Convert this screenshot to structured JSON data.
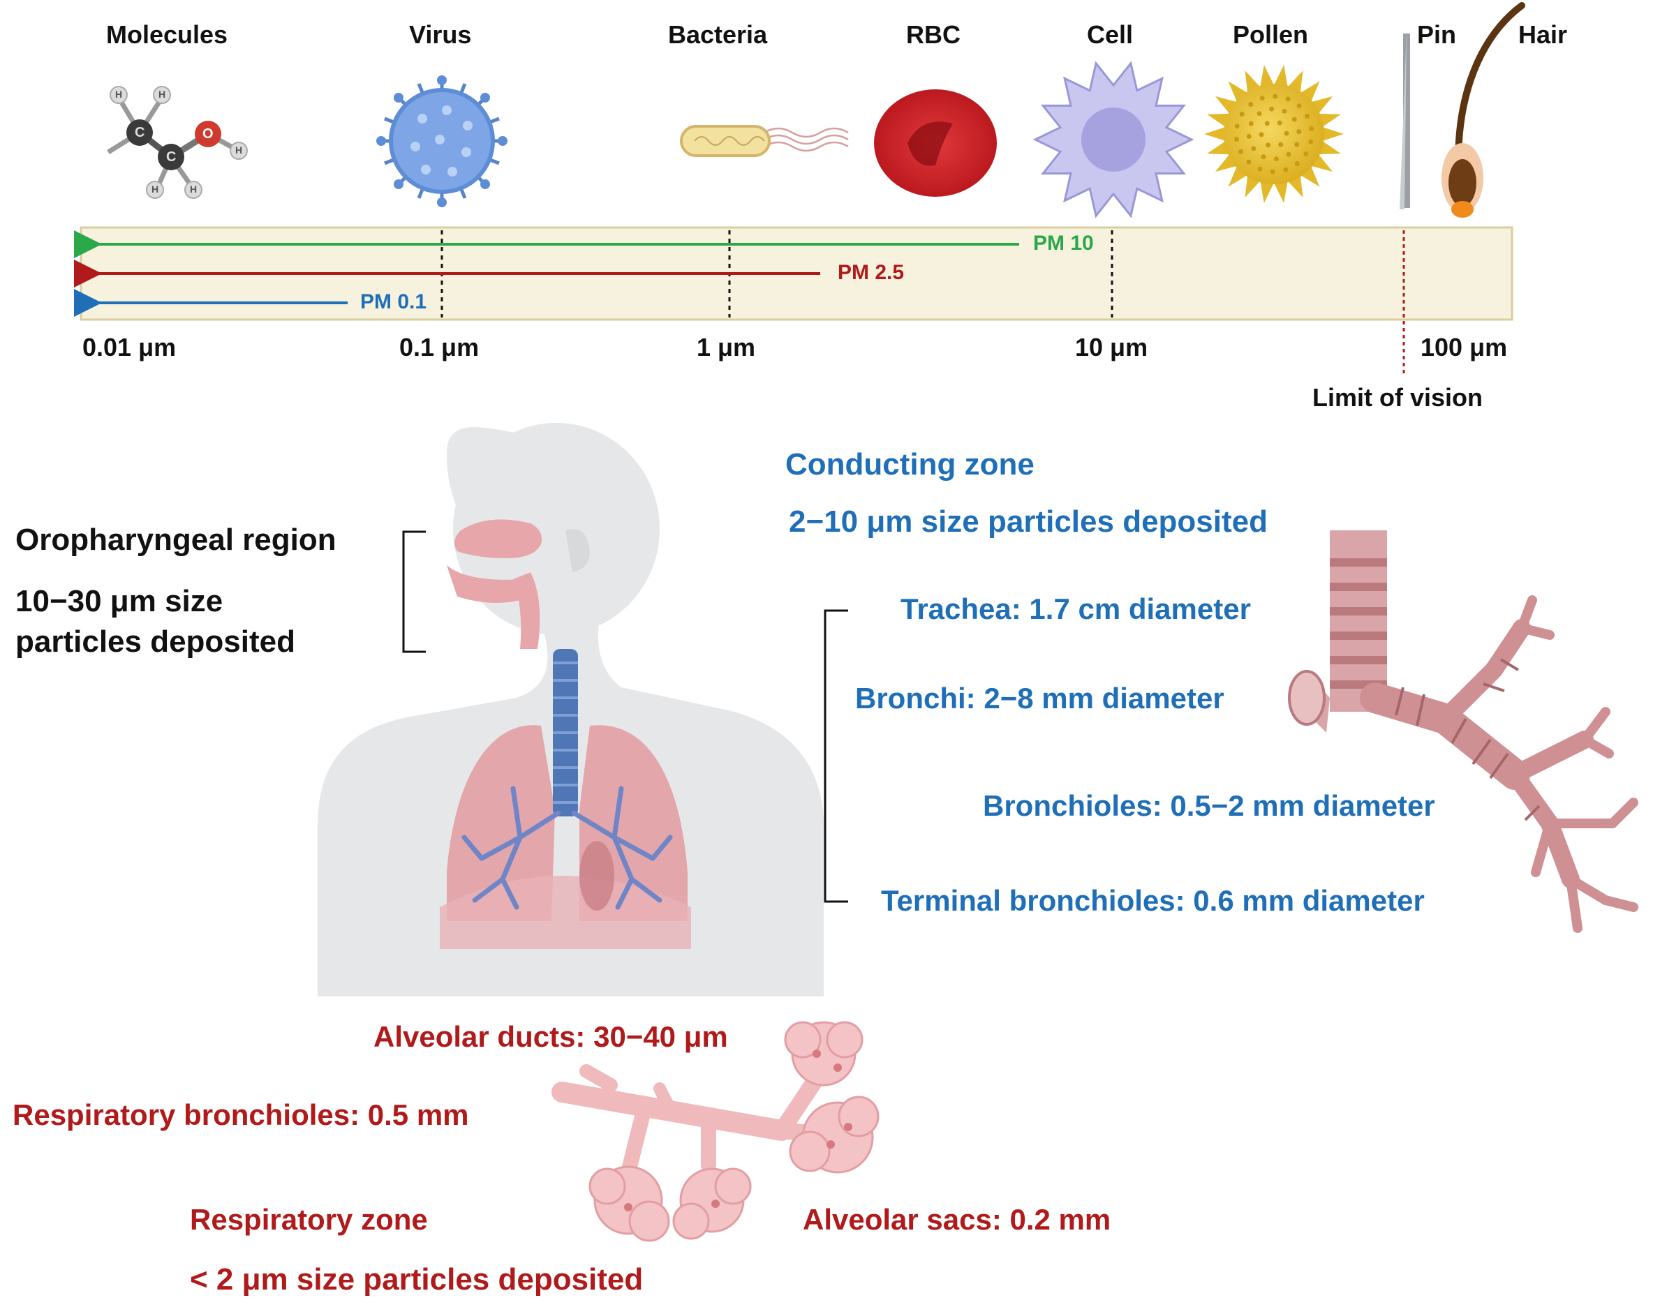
{
  "particles": [
    "Molecules",
    "Virus",
    "Bacteria",
    "RBC",
    "Cell",
    "Pollen",
    "Pin",
    "Hair"
  ],
  "atom_labels": {
    "carbon": "C",
    "oxygen": "O",
    "hydrogen": "H"
  },
  "scale": {
    "ticks": [
      "0.01 μm",
      "0.1 μm",
      "1 μm",
      "10 μm",
      "100 μm"
    ],
    "pm": [
      "PM 10",
      "PM 2.5",
      "PM 0.1"
    ],
    "limit_label": "Limit of vision"
  },
  "oropharyngeal": {
    "title": "Oropharyngeal region",
    "line1": "10−30 μm size",
    "line2": "particles deposited"
  },
  "conducting": {
    "title": "Conducting zone",
    "subtitle": "2−10 μm size particles deposited",
    "trachea": "Trachea: 1.7 cm diameter",
    "bronchi": "Bronchi: 2−8 mm diameter",
    "bronchioles": "Bronchioles: 0.5−2 mm diameter",
    "terminal": "Terminal bronchioles: 0.6 mm diameter"
  },
  "respiratory": {
    "ducts": "Alveolar ducts: 30−40 μm",
    "resp_bronchioles": "Respiratory bronchioles: 0.5 mm",
    "title": "Respiratory zone",
    "sacs": "Alveolar sacs: 0.2 mm",
    "subtitle": "< 2 μm size particles deposited"
  },
  "colors": {
    "pm10": "#2aa84a",
    "pm25": "#b01a1a",
    "pm01": "#1e6fb8",
    "scale_bg": "#f7f2dd",
    "conducting": "#1e6fb8",
    "respiratory": "#b01a1a"
  }
}
